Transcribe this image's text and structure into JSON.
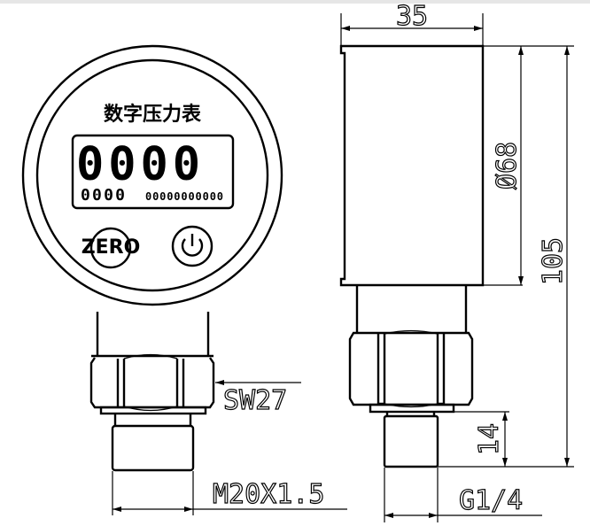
{
  "front_view": {
    "title": "数字压力表",
    "lcd_main": "0000",
    "lcd_sub": "0000",
    "lcd_bar": "00000000000",
    "zero_button": "ZERO",
    "power_icon": "power-icon",
    "wrench_size": "SW27",
    "thread": "M20X1.5"
  },
  "side_view": {
    "width": "35",
    "diameter": "Ø68",
    "height": "105",
    "thread_length": "14",
    "thread": "G1/4"
  }
}
